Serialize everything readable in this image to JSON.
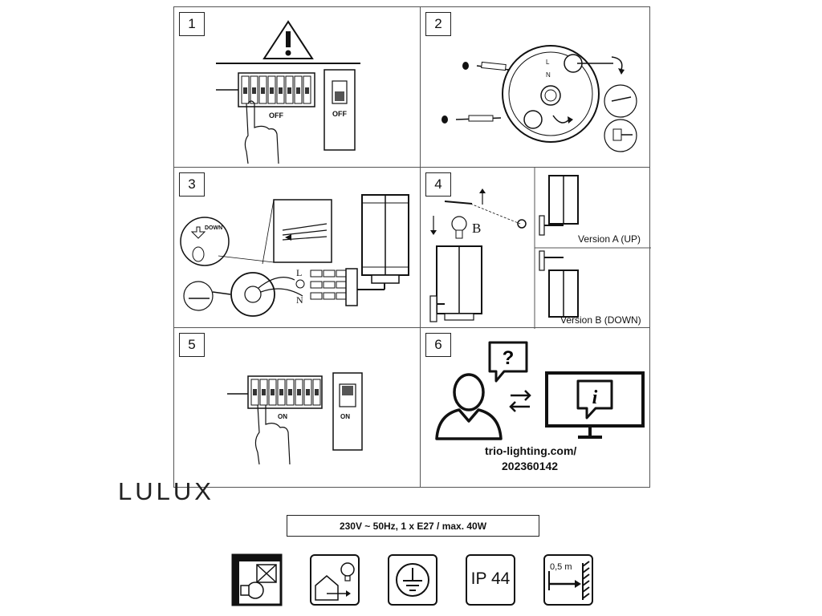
{
  "steps": [
    {
      "number": "1",
      "labels": {
        "breaker_off": "OFF",
        "switch_off": "OFF"
      }
    },
    {
      "number": "2",
      "labels": {
        "terminal_l": "L",
        "terminal_n": "N"
      }
    },
    {
      "number": "3",
      "labels": {
        "down": "DOWN",
        "wire_l": "L",
        "wire_n": "N"
      }
    },
    {
      "number": "4",
      "labels": {
        "bulb_letter": "B",
        "version_a": "Version A (UP)",
        "version_b": "Version B (DOWN)"
      }
    },
    {
      "number": "5",
      "labels": {
        "breaker_on": "ON",
        "switch_on": "ON"
      }
    },
    {
      "number": "6",
      "labels": {
        "url_line1": "trio-lighting.com/",
        "url_line2": "202360142"
      }
    }
  ],
  "brand": "LULUX",
  "spec": "230V ~ 50Hz, 1 x E27 / max. 40W",
  "icons": [
    {
      "name": "no-insulation-icon"
    },
    {
      "name": "outdoor-light-icon"
    },
    {
      "name": "protective-earth-icon"
    },
    {
      "name": "ip-rating-icon",
      "text": "IP 44"
    },
    {
      "name": "min-distance-icon",
      "text": "0,5 m"
    }
  ]
}
